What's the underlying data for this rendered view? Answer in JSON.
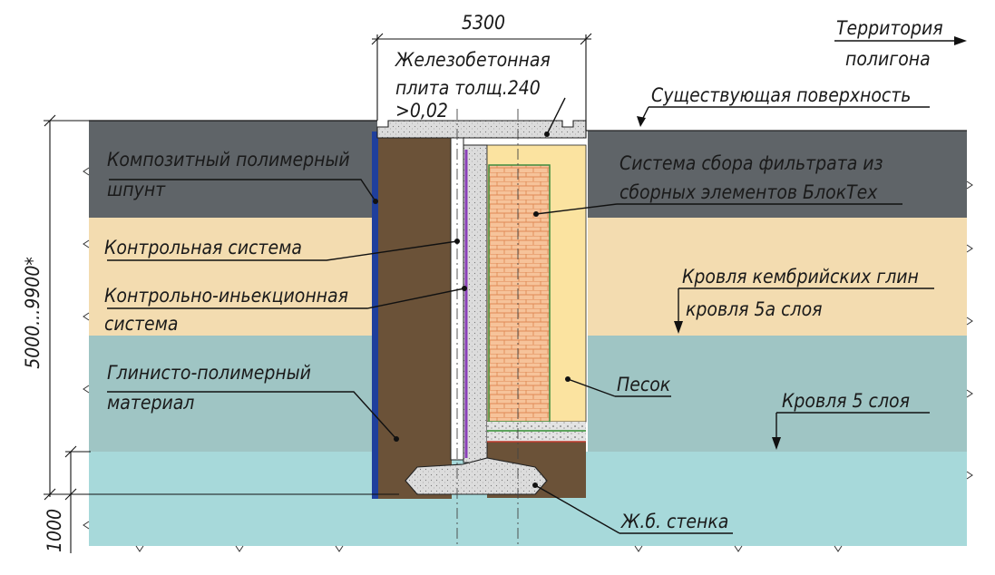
{
  "dimensions": {
    "width_label": "5300",
    "depth_label": "5000...9900*",
    "bottom_label": "1000"
  },
  "labels": {
    "territory_line1": "Территория",
    "territory_line2": "полигона",
    "slab_line1": "Железобетонная",
    "slab_line2": "плита толщ.240",
    "slab_line3": ">0,02",
    "existing_surface": "Существующая поверхность",
    "sheet_pile_line1": "Композитный полимерный",
    "sheet_pile_line2": "шпунт",
    "control_system": "Контрольная система",
    "injection_line1": "Контрольно-иньекционная",
    "injection_line2": "система",
    "clay_polymer_line1": "Глинисто-полимерный",
    "clay_polymer_line2": "материал",
    "filtrate_line1": "Система сбора фильтрата из",
    "filtrate_line2": "сборных элементов БлокТех",
    "cambrian_line1": "Кровля кембрийских глин",
    "cambrian_line2": "кровля 5а слоя",
    "sand": "Песок",
    "layer5_roof": "Кровля 5 слоя",
    "rc_wall": "Ж.б. стенка"
  },
  "colors": {
    "dark_layer": "#5f6468",
    "beige_layer": "#f3dcb0",
    "teal_layer": "#9fc5c4",
    "cyan_layer": "#a7d9da",
    "clay_polymer": "#6b5238",
    "sand": "#fbe3a0",
    "blocks": "#f6c39a",
    "sheet_pile": "#1f3f9c",
    "concrete": "#d9d9d9"
  }
}
